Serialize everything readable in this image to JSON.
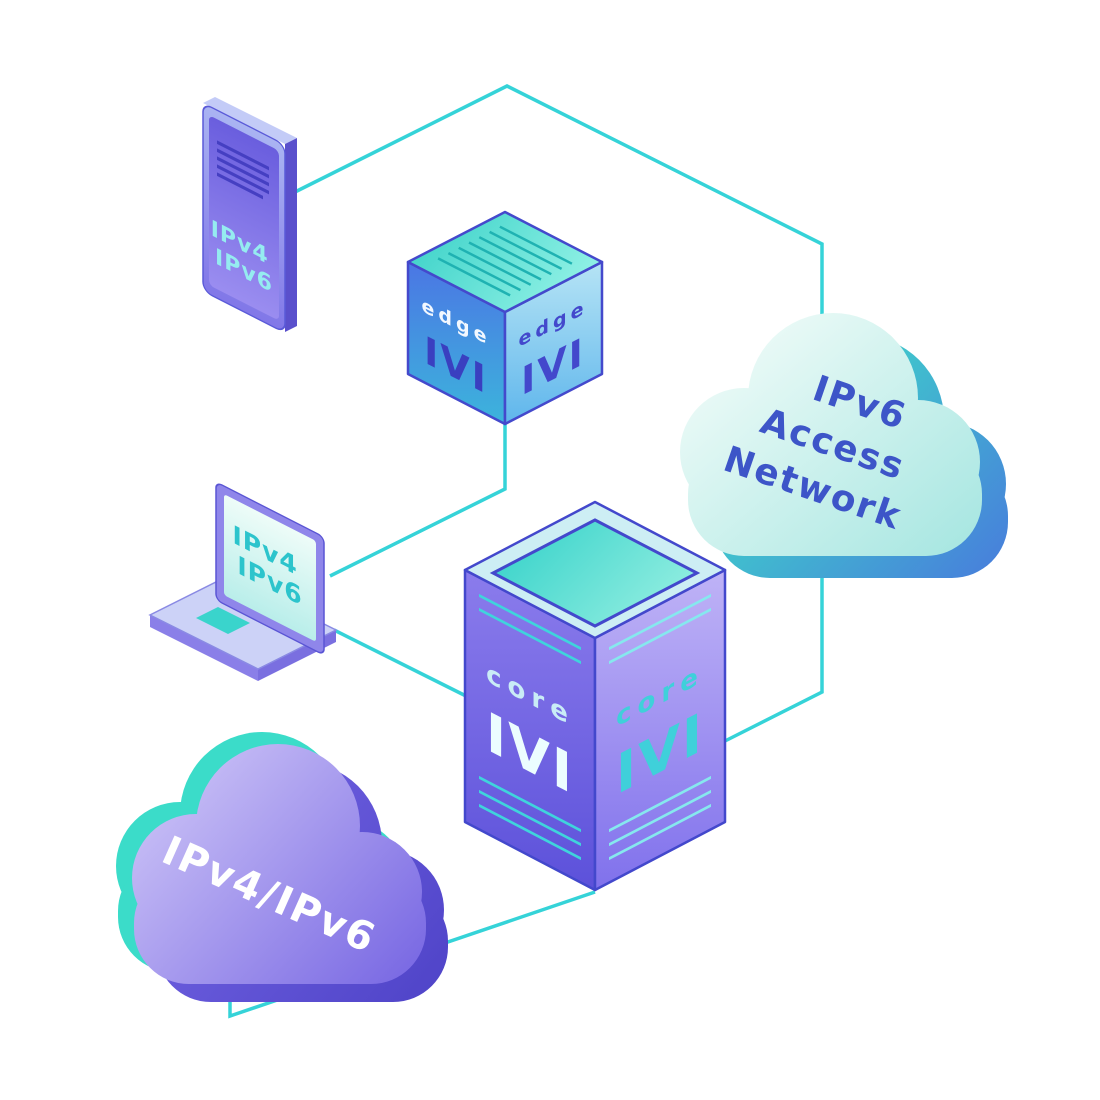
{
  "diagram": {
    "phone": {
      "line1": "IPv4",
      "line2": "IPv6"
    },
    "laptop": {
      "line1": "IPv4",
      "line2": "IPv6"
    },
    "edge_router": {
      "name": "edge",
      "logo": "IVI"
    },
    "core_router": {
      "name": "core",
      "logo": "IVI"
    },
    "ipv6_cloud": {
      "line1": "IPv6",
      "line2": "Access",
      "line3": "Network"
    },
    "dual_stack_cloud": {
      "label": "IPv4/IPv6"
    },
    "colors": {
      "connector": "#35d3d8",
      "teal": "#3bdcc9",
      "indigo": "#4348c8",
      "purple": "#7b6ce4",
      "cloud_text": "#3d55c8"
    }
  }
}
